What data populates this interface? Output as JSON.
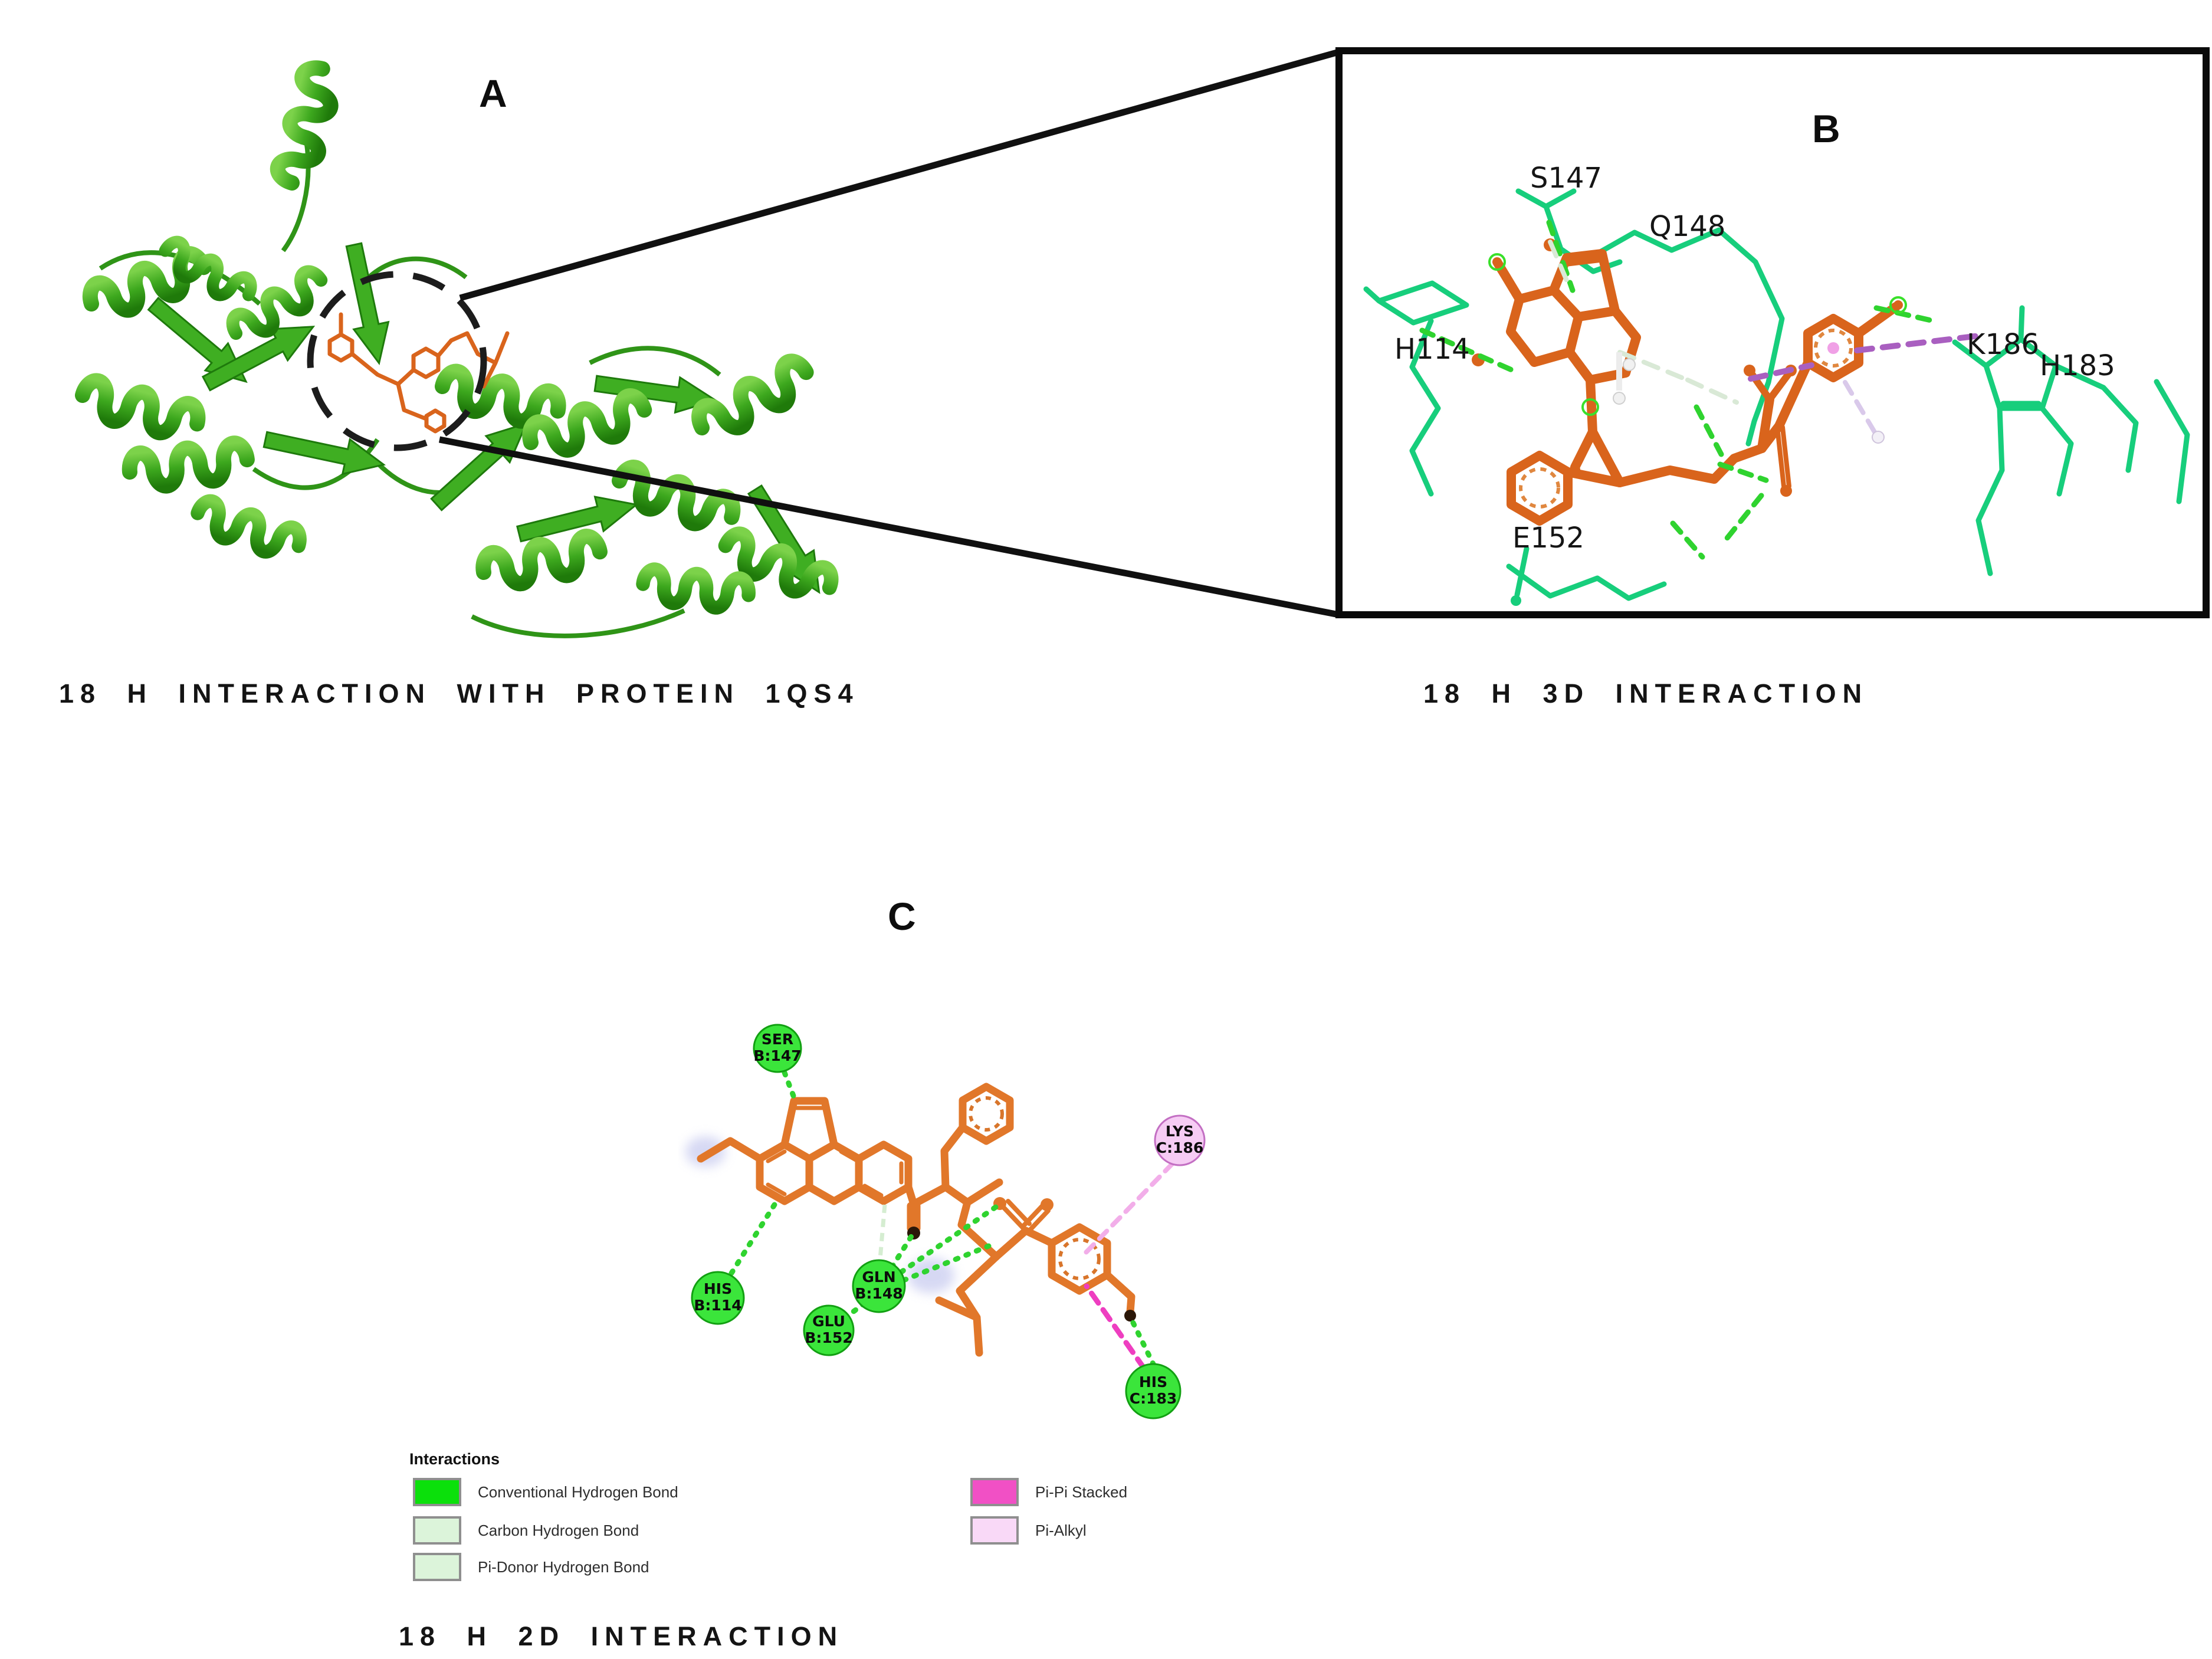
{
  "panels": {
    "a": {
      "letter": "A",
      "caption": "18 H INTERACTION WITH PROTEIN 1QS4"
    },
    "b": {
      "letter": "B",
      "caption": "18 H 3D INTERACTION",
      "residue_labels": [
        "S147",
        "Q148",
        "H114",
        "K186",
        "H183",
        "E152"
      ]
    },
    "c": {
      "letter": "C",
      "caption": "18 H 2D INTERACTION",
      "residues": [
        {
          "line1": "SER",
          "line2": "B:147"
        },
        {
          "line1": "HIS",
          "line2": "B:114"
        },
        {
          "line1": "GLN",
          "line2": "B:148"
        },
        {
          "line1": "GLU",
          "line2": "B:152"
        },
        {
          "line1": "LYS",
          "line2": "C:186"
        },
        {
          "line1": "HIS",
          "line2": "C:183"
        }
      ],
      "legend": {
        "title": "Interactions",
        "left": [
          {
            "label": "Conventional Hydrogen Bond",
            "color": "#0BE00B"
          },
          {
            "label": "Carbon Hydrogen Bond",
            "color": "#DCF4DA"
          },
          {
            "label": "Pi-Donor Hydrogen Bond",
            "color": "#DCF4DA"
          }
        ],
        "right": [
          {
            "label": "Pi-Pi Stacked",
            "color": "#F150C5"
          },
          {
            "label": "Pi-Alkyl",
            "color": "#F9D9F7"
          }
        ]
      }
    }
  },
  "colors": {
    "protein_ribbon": "#3DA81E",
    "residue_stick": "#17CE7C",
    "ligand_3d": "#D9641C",
    "ligand_2d": "#E1772A",
    "hbond_dash": "#2FD32F",
    "carbon_hbond_dash": "#D9E9D6",
    "pipi_dash": "#A95FC0",
    "pipi_dash_2d": "#EE3EC0",
    "pialkyl_dash": "#F2AEE9",
    "residue_circle_green": "#3BE53B",
    "residue_circle_green_edge": "#12A012",
    "residue_circle_pink": "#F6CCF4",
    "residue_circle_pink_edge": "#C36FC3"
  }
}
